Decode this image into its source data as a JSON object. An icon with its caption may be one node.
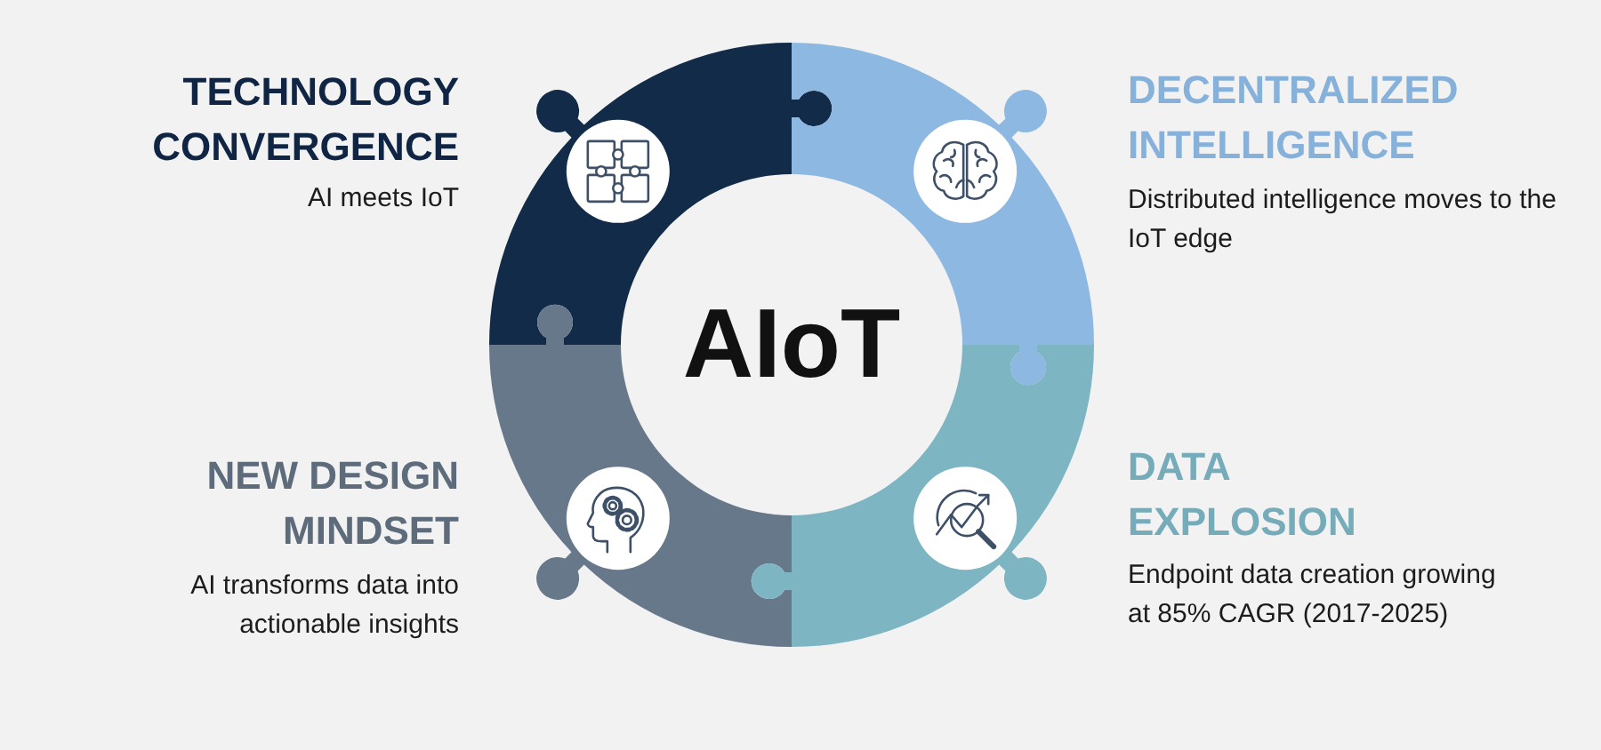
{
  "diagram": {
    "nodes": [
      {
        "text": [],
        "shape": "puzzle",
        "beside": [
          "TECHNOLOGY CONVERGENCE",
          "AI meets IoT"
        ]
      },
      {
        "text": [],
        "shape": "puzzle",
        "beside": [
          "DECENTRALIZED INTELLIGENCE",
          "Distributed intelligence moves to the IoT edge"
        ]
      },
      {
        "text": [],
        "shape": "puzzle",
        "beside": [
          "NEW DESIGN MINDSET",
          "AI transforms data into actionable insights"
        ]
      },
      {
        "text": [],
        "shape": "puzzle",
        "beside": [
          "DATA EXPLOSION",
          "Endpoint data creation growing at 85% CAGR (2017-2025)"
        ]
      }
    ],
    "labels": [
      "AIoT"
    ]
  }
}
